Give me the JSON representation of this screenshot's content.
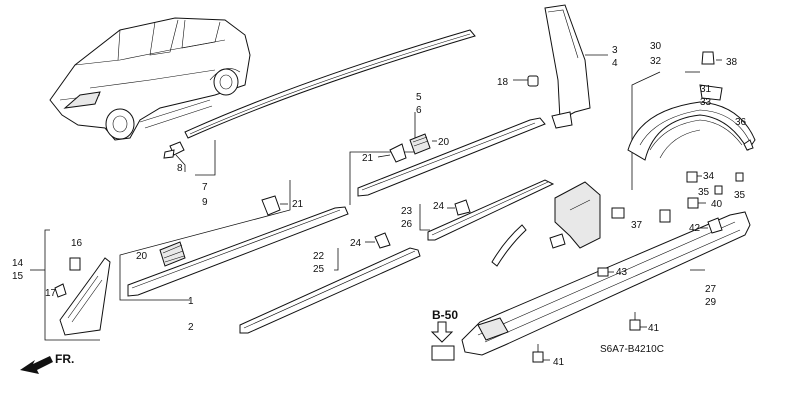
{
  "diagram": {
    "reference_code": "S6A7-B4210C",
    "section_ref": "B-50",
    "direction_label": "FR.",
    "callouts": [
      "1",
      "2",
      "3",
      "4",
      "5",
      "6",
      "7",
      "8",
      "9",
      "14",
      "15",
      "16",
      "17",
      "18",
      "20",
      "20",
      "21",
      "21",
      "22",
      "23",
      "24",
      "24",
      "25",
      "26",
      "27",
      "29",
      "30",
      "31",
      "32",
      "33",
      "34",
      "35",
      "35",
      "36",
      "37",
      "38",
      "40",
      "41",
      "41",
      "42",
      "43"
    ]
  }
}
